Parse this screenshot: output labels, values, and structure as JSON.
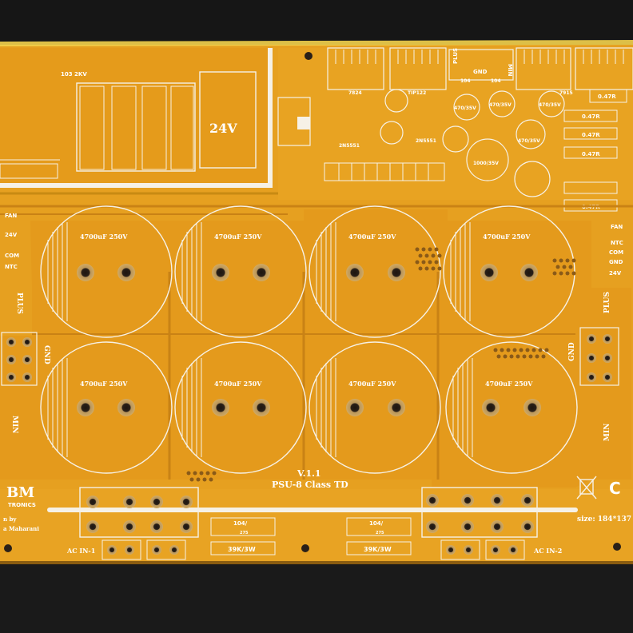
{
  "board": {
    "version": "V.1.1",
    "model": "PSU-8 Class TD",
    "size_label": "size: 184*137",
    "brand_initials": "BM",
    "brand_name": "TRONICS",
    "credit_line1": "n by",
    "credit_line2": "a Maharani",
    "label_24v": "24V",
    "label_103": "103 2KV",
    "label_plus": "PLUS",
    "label_min": "MIN",
    "label_gnd": "GND",
    "label_fan": "FAN",
    "label_ntc": "NTC",
    "label_com": "COM",
    "label_24v_small": "24V",
    "ac_in_1": "AC IN-1",
    "ac_in_2": "AC IN-2",
    "cap_104_275": "104/",
    "cap_275": "275",
    "res_39k": "39K/3W",
    "res_047r": "0.47R",
    "cap_470_35v": "470/35V",
    "cap_1000_35v": "1000/35V",
    "ic_7824": "7824",
    "ic_7815": "7915",
    "tip122": "TIP122",
    "t_2n5551": "2N5551",
    "t_2n5551b": "2N5551",
    "plus_top": "PLUS",
    "min_top": "MIN",
    "gnd_top": "GND",
    "n_104a": "104",
    "n_104b": "104"
  },
  "main_caps": [
    {
      "label": "4700uF 250V"
    },
    {
      "label": "4700uF 250V"
    },
    {
      "label": "4700uF 250V"
    },
    {
      "label": "4700uF 250V"
    },
    {
      "label": "4700uF 250V"
    },
    {
      "label": "4700uF 250V"
    },
    {
      "label": "4700uF 250V"
    },
    {
      "label": "4700uF 250V"
    }
  ],
  "colors": {
    "background": "#161616",
    "board": "#e8a323",
    "copper": "#e49a1c",
    "copper_dark": "#c98215",
    "gap": "#cf8e12",
    "silk": "#ffffff",
    "edge": "#f2c84a",
    "pad": "#c9a25a",
    "hole": "#2a2018"
  }
}
